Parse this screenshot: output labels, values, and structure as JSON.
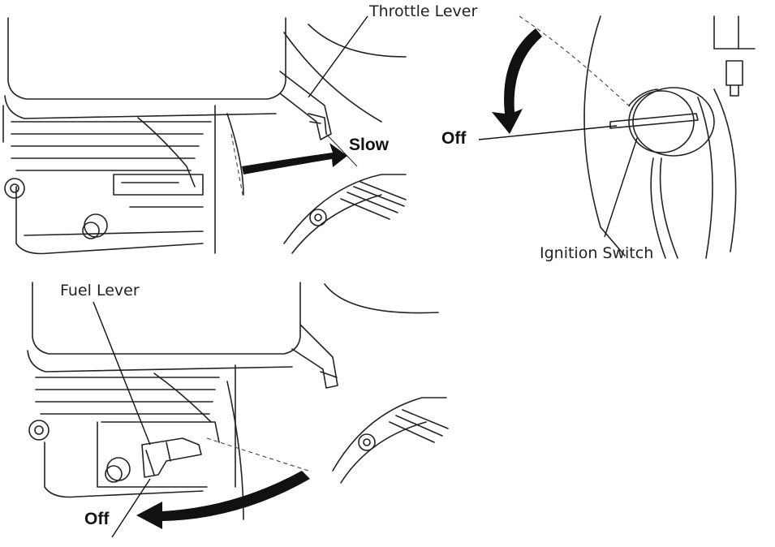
{
  "diagram": {
    "throttle_panel": {
      "callout": "Throttle Lever",
      "direction": "Slow"
    },
    "ignition_panel": {
      "callout": "Ignition Switch",
      "position": "Off"
    },
    "fuel_panel": {
      "callout": "Fuel Lever",
      "position": "Off"
    }
  }
}
